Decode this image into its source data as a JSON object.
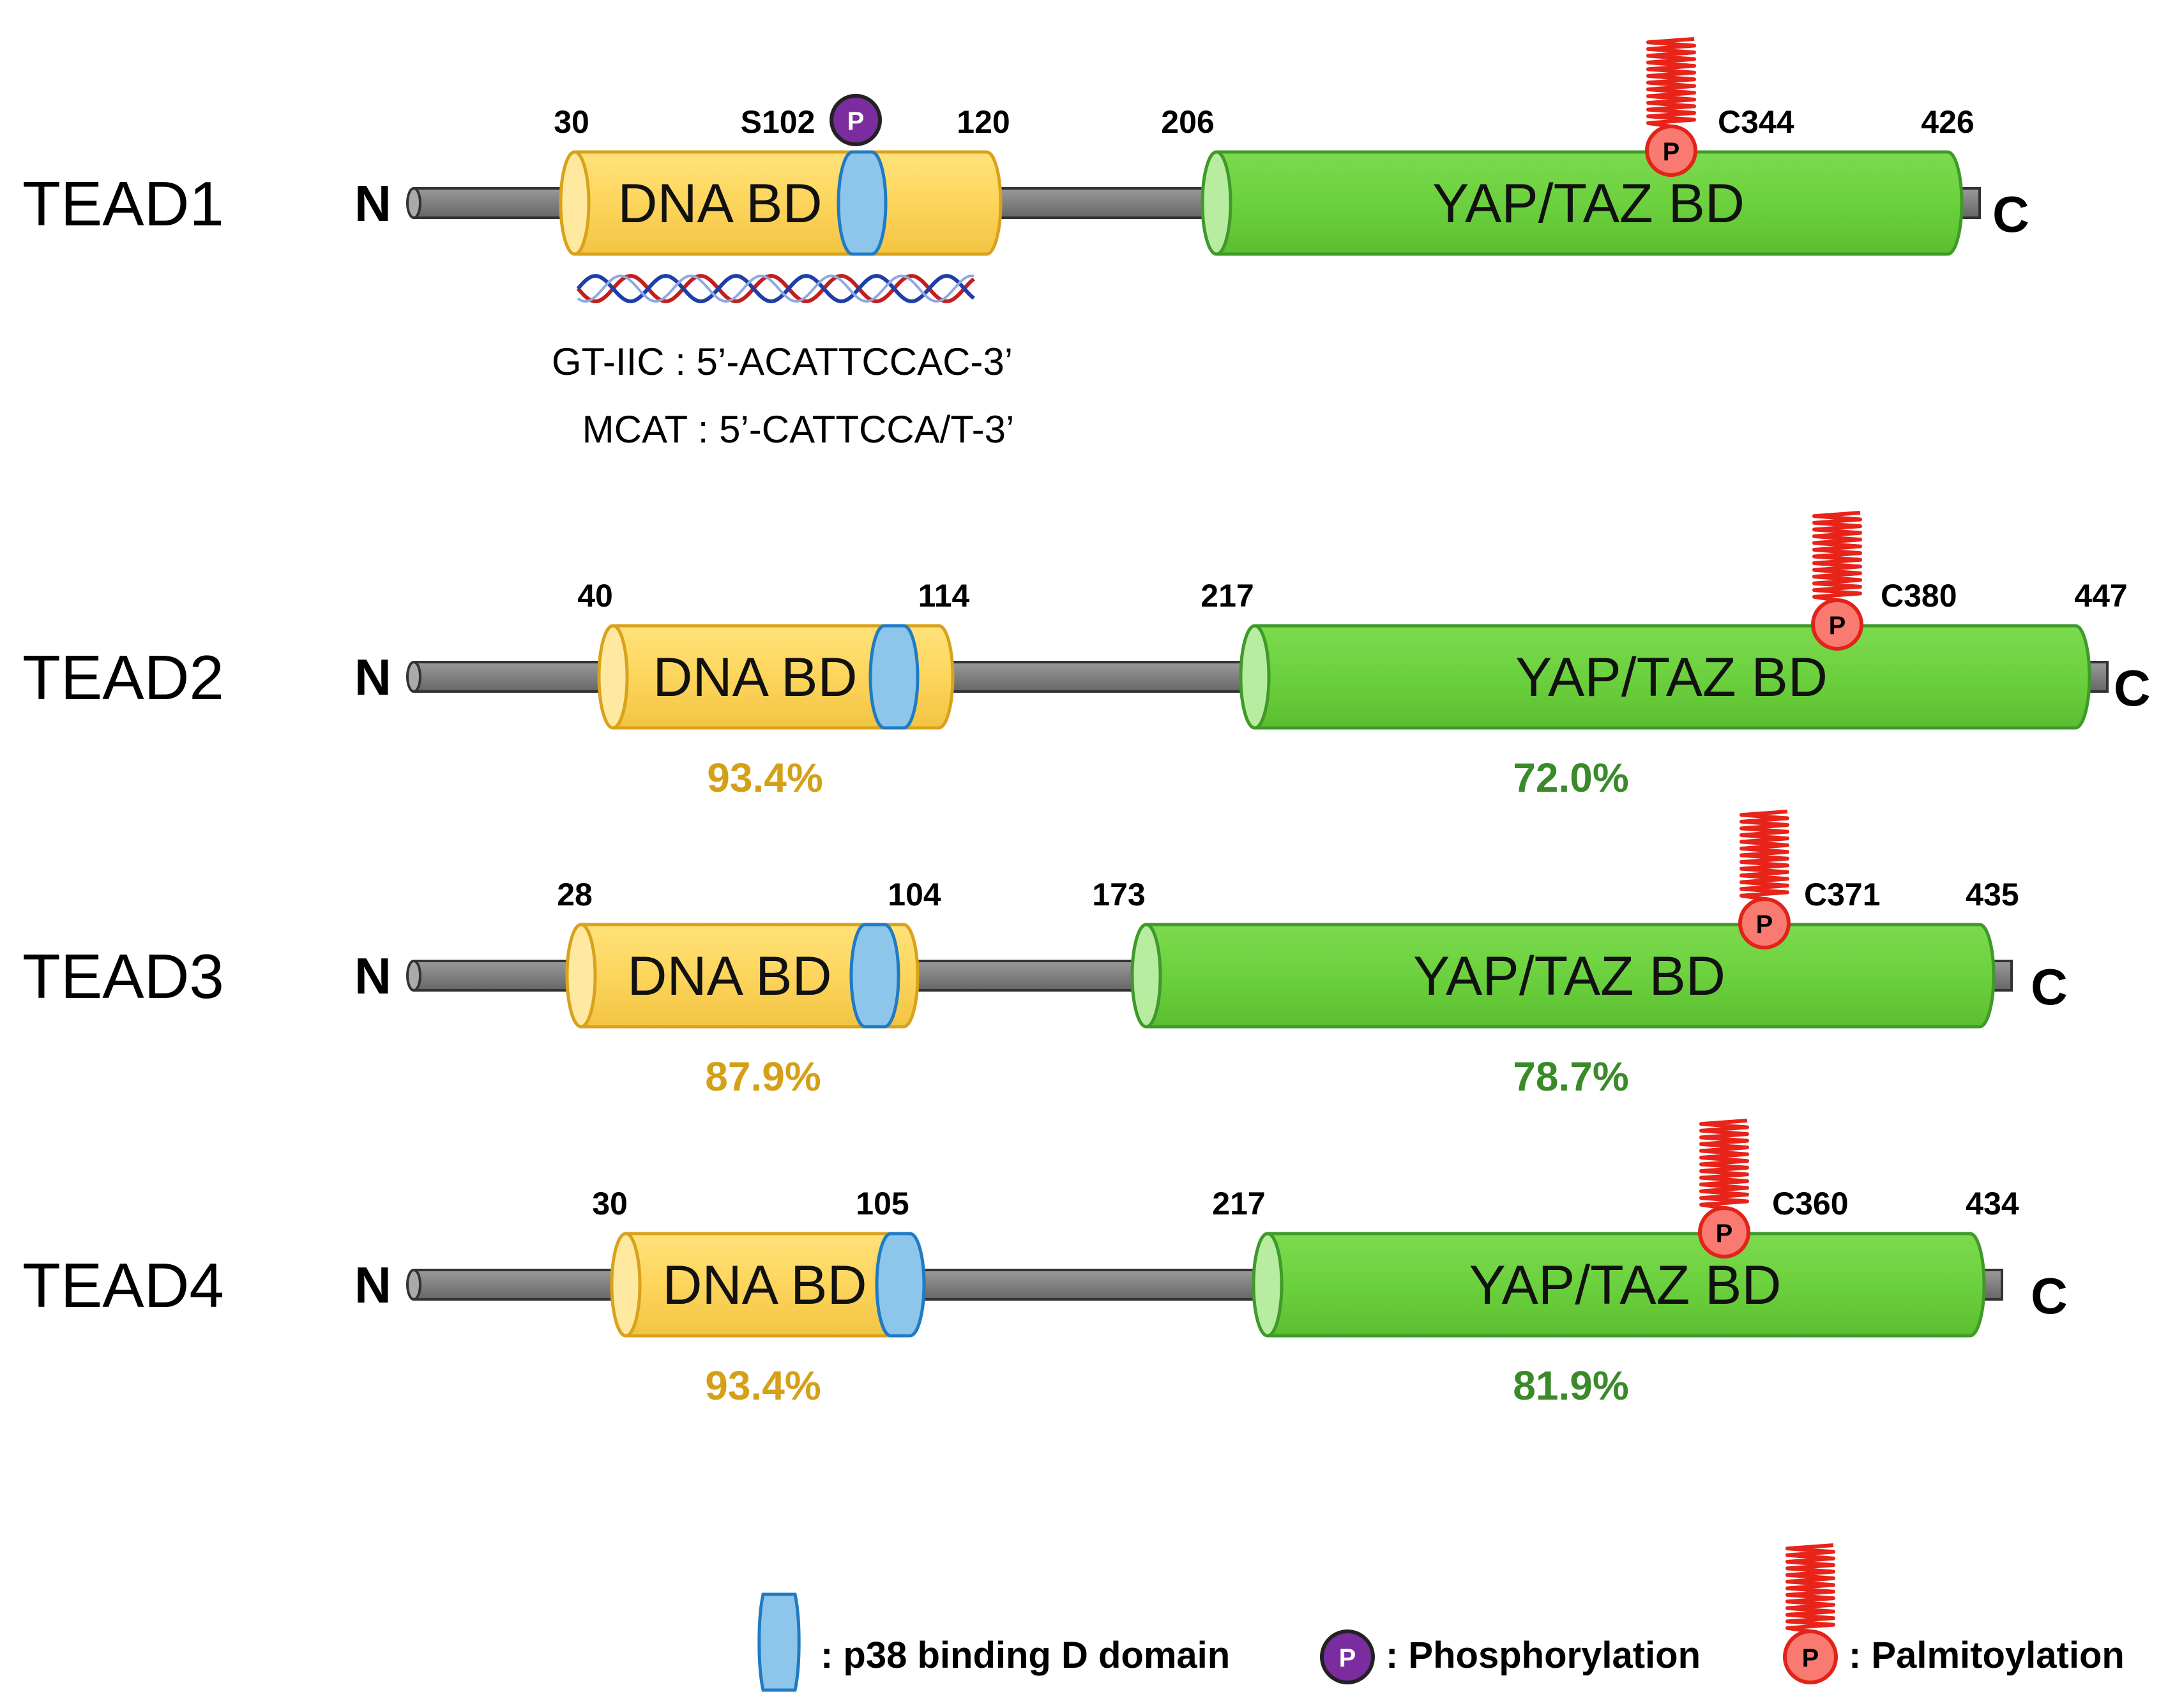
{
  "proteins": [
    {
      "name": "TEAD1",
      "n_label": "N",
      "c_label": "C",
      "dna_start": "30",
      "dna_end": "120",
      "yap_start": "206",
      "yap_end": "426",
      "dna_label": "DNA BD",
      "yap_label": "YAP/TAZ BD",
      "palm_site": "C344",
      "phospho_site": "S102",
      "dna_identity": "",
      "yap_identity": ""
    },
    {
      "name": "TEAD2",
      "n_label": "N",
      "c_label": "C",
      "dna_start": "40",
      "dna_end": "114",
      "yap_start": "217",
      "yap_end": "447",
      "dna_label": "DNA BD",
      "yap_label": "YAP/TAZ BD",
      "palm_site": "C380",
      "dna_identity": "93.4%",
      "yap_identity": "72.0%"
    },
    {
      "name": "TEAD3",
      "n_label": "N",
      "c_label": "C",
      "dna_start": "28",
      "dna_end": "104",
      "yap_start": "173",
      "yap_end": "435",
      "dna_label": "DNA BD",
      "yap_label": "YAP/TAZ BD",
      "palm_site": "C371",
      "dna_identity": "87.9%",
      "yap_identity": "78.7%"
    },
    {
      "name": "TEAD4",
      "n_label": "N",
      "c_label": "C",
      "dna_start": "30",
      "dna_end": "105",
      "yap_start": "217",
      "yap_end": "434",
      "dna_label": "DNA BD",
      "yap_label": "YAP/TAZ BD",
      "palm_site": "C360",
      "dna_identity": "93.4%",
      "yap_identity": "81.9%"
    }
  ],
  "motifs": {
    "gtiic": "GT-IIC : 5’-ACATTCCAC-3’",
    "mcat": "MCAT : 5’-CATTCCA/T-3’"
  },
  "badge_letter": "P",
  "legend": {
    "p38": ": p38 binding D domain",
    "phospho": ": Phosphorylation",
    "palm": ": Palmitoylation"
  },
  "colors": {
    "dna_domain": "#FDD55C",
    "yap_domain": "#6CD13E",
    "p38_domain": "#8EC5EA",
    "linker": "#808080",
    "phospho_badge": "#7B2C9E",
    "palm_badge": "#F87A70",
    "dna_identity_text": "#D4A017",
    "yap_identity_text": "#3A8A2A"
  }
}
